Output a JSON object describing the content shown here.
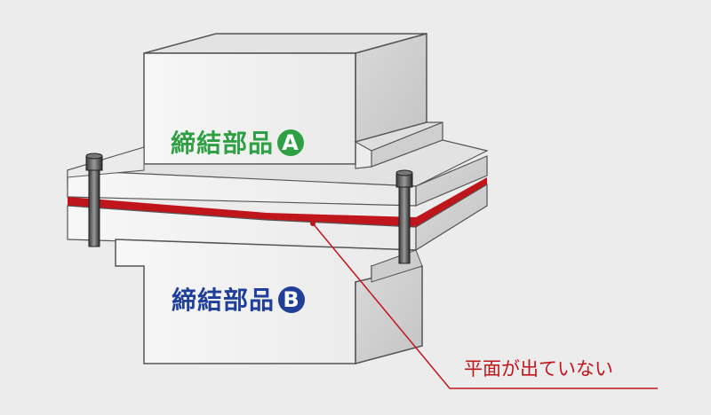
{
  "part_a": {
    "label": "締結部品",
    "letter": "A",
    "color": "#2ea043"
  },
  "part_b": {
    "label": "締結部品",
    "letter": "B",
    "color": "#1f3f9a"
  },
  "callout": {
    "text": "平面が出ていない",
    "color": "#c0161b"
  },
  "colors": {
    "background": "#ececec",
    "gap_line": "#c0161b",
    "block_front": "#f3f3f3",
    "block_side": "#d6d6d6",
    "block_top": "#e6e6e6"
  }
}
